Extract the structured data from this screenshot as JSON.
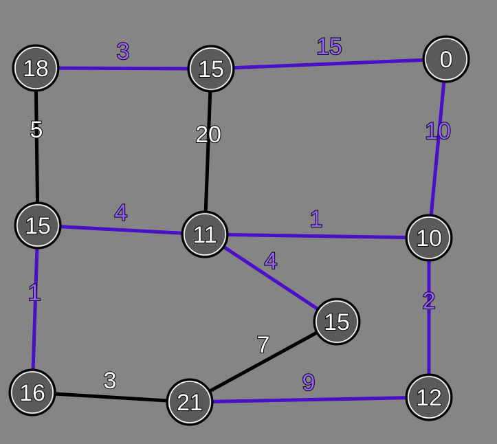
{
  "colors": {
    "background": "#858585",
    "node_fill": "#5a5a5a",
    "node_stroke": "#000000",
    "edge_default": "#000000",
    "edge_highlight": "#4a10c8",
    "label_default": "#ffffff",
    "label_highlight": "#9a60ff"
  },
  "graph": {
    "nodes": [
      {
        "id": "n18",
        "label": "18"
      },
      {
        "id": "n15a",
        "label": "15"
      },
      {
        "id": "n0",
        "label": "0"
      },
      {
        "id": "n15b",
        "label": "15"
      },
      {
        "id": "n11",
        "label": "11"
      },
      {
        "id": "n10",
        "label": "10"
      },
      {
        "id": "n15c",
        "label": "15"
      },
      {
        "id": "n16",
        "label": "16"
      },
      {
        "id": "n21",
        "label": "21"
      },
      {
        "id": "n12",
        "label": "12"
      }
    ],
    "edges": [
      {
        "from": "n18",
        "to": "n15a",
        "weight": "3",
        "highlighted": true
      },
      {
        "from": "n15a",
        "to": "n0",
        "weight": "15",
        "highlighted": true
      },
      {
        "from": "n18",
        "to": "n15b",
        "weight": "5",
        "highlighted": false
      },
      {
        "from": "n15a",
        "to": "n11",
        "weight": "20",
        "highlighted": false
      },
      {
        "from": "n0",
        "to": "n10",
        "weight": "10",
        "highlighted": true
      },
      {
        "from": "n15b",
        "to": "n11",
        "weight": "4",
        "highlighted": true
      },
      {
        "from": "n11",
        "to": "n10",
        "weight": "1",
        "highlighted": true
      },
      {
        "from": "n11",
        "to": "n15c",
        "weight": "4",
        "highlighted": true
      },
      {
        "from": "n15b",
        "to": "n16",
        "weight": "1",
        "highlighted": true
      },
      {
        "from": "n10",
        "to": "n12",
        "weight": "2",
        "highlighted": true
      },
      {
        "from": "n15c",
        "to": "n21",
        "weight": "7",
        "highlighted": false
      },
      {
        "from": "n16",
        "to": "n21",
        "weight": "3",
        "highlighted": false
      },
      {
        "from": "n21",
        "to": "n12",
        "weight": "9",
        "highlighted": true
      }
    ]
  }
}
